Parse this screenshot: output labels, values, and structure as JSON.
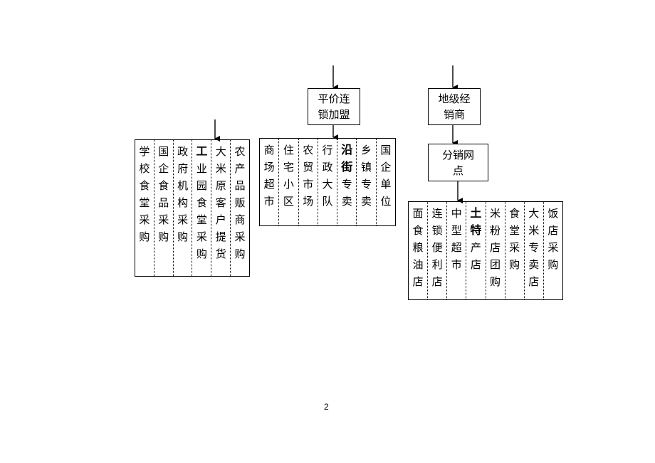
{
  "groups": [
    {
      "cells": [
        {
          "text": "学校食堂采购"
        },
        {
          "text": "国企食品采购"
        },
        {
          "text": "政府机构采购"
        },
        {
          "text": "工业园食堂采购",
          "bold_first": true
        },
        {
          "text": "大米原客户提货"
        },
        {
          "text": "农产品贩商采购"
        }
      ]
    },
    {
      "box": "平价连锁加盟",
      "cells": [
        {
          "text": "商场超市"
        },
        {
          "text": "住宅小区"
        },
        {
          "text": "农贸市场"
        },
        {
          "text": "行政大队"
        },
        {
          "text": "沿街专卖",
          "bold_first": 2
        },
        {
          "text": "乡镇专卖"
        },
        {
          "text": "国企单位"
        }
      ]
    },
    {
      "box": "地级经销商",
      "box2": "分销网点",
      "cells": [
        {
          "text": "面食粮油店"
        },
        {
          "text": "连锁便利店"
        },
        {
          "text": "中型超市"
        },
        {
          "text": "土特产店",
          "bold_first": 2
        },
        {
          "text": "米粉店团购"
        },
        {
          "text": "食堂采购"
        },
        {
          "text": "大米专卖店"
        },
        {
          "text": "饭店采购"
        }
      ]
    }
  ],
  "page_number": "2"
}
